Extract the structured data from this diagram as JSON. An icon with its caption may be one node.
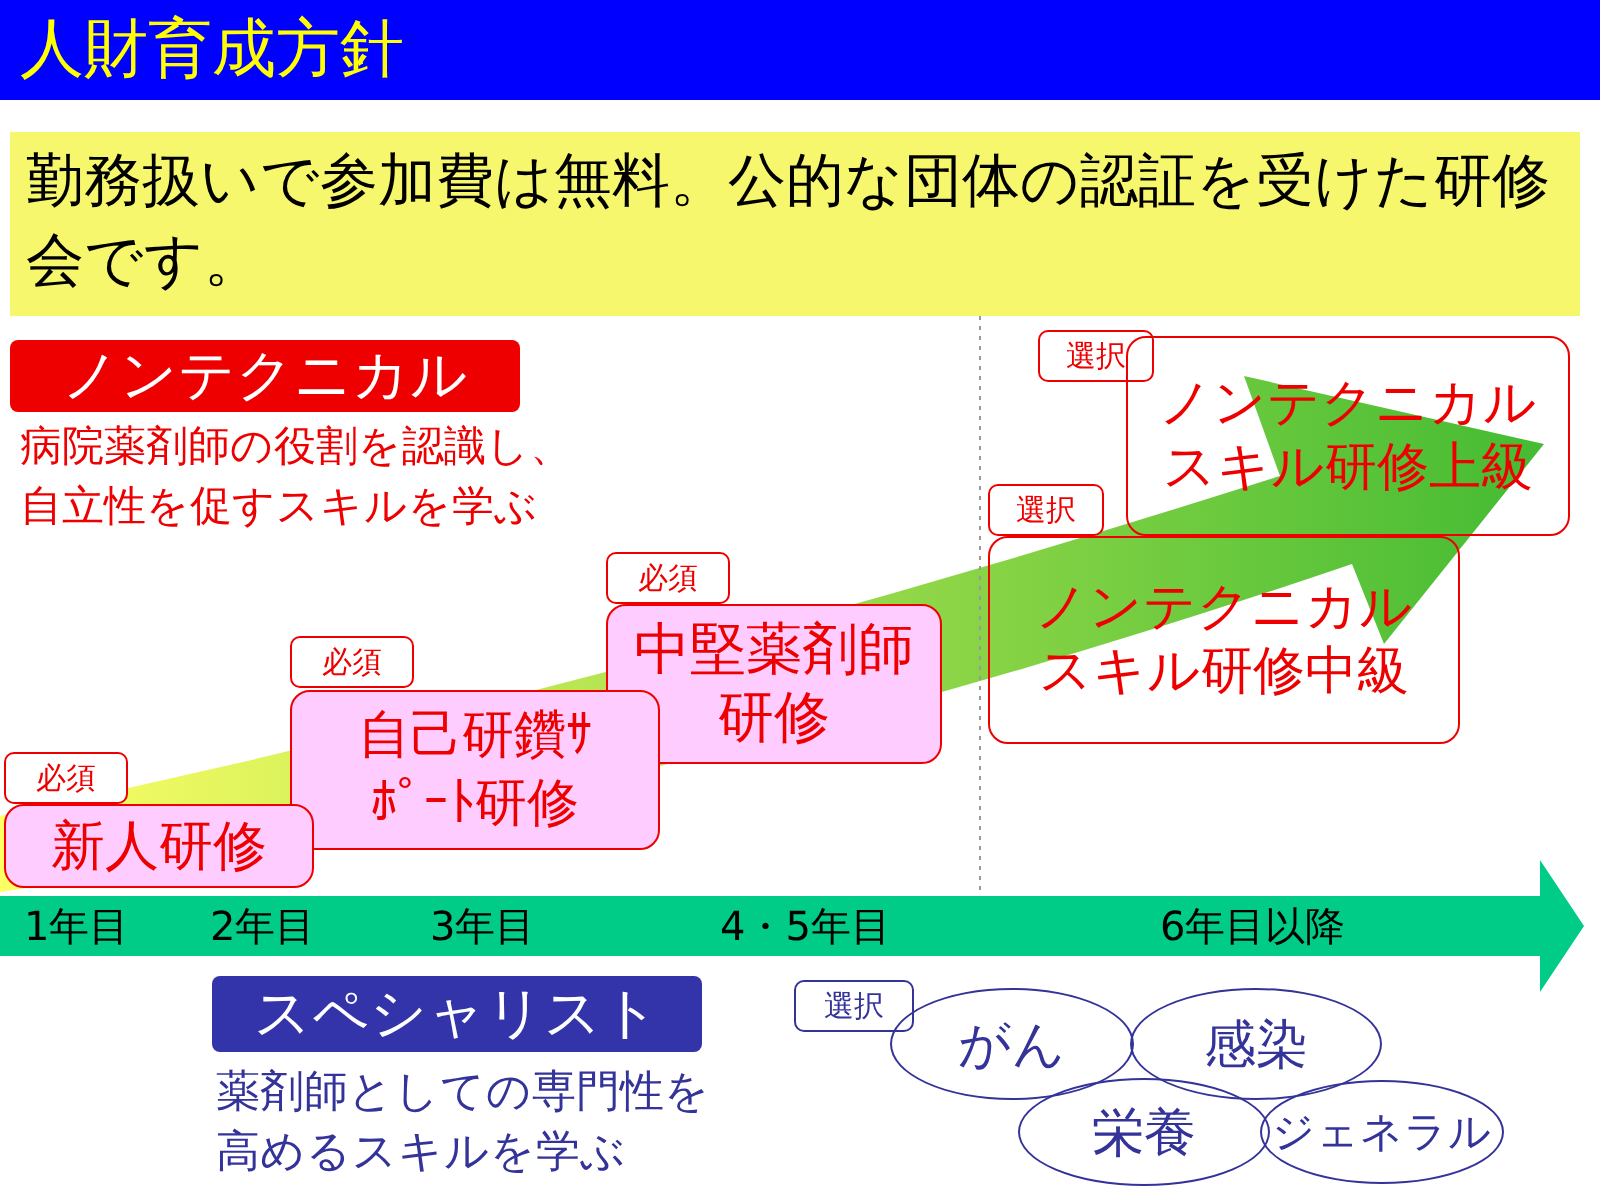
{
  "diagram": {
    "title": "人財育成方針",
    "nodes": [
      {
        "text": [
          "勤務扱いで参加費は無料。公的な団体の認証を受けた研修会です。"
        ]
      },
      {
        "text": [
          "ノンテクニカル"
        ]
      },
      {
        "text": [
          "選択"
        ]
      },
      {
        "text": [
          "ノンテクニカルスキル研修上級"
        ]
      },
      {
        "text": [
          "選択"
        ]
      },
      {
        "text": [
          "ノンテクニカルスキル研修中級"
        ]
      },
      {
        "text": [
          "必須"
        ]
      },
      {
        "text": [
          "中堅薬剤師研修"
        ]
      },
      {
        "text": [
          "必須"
        ]
      },
      {
        "text": [
          "自己研鑽ｻﾎﾟｰﾄ研修"
        ]
      },
      {
        "text": [
          "必須"
        ]
      },
      {
        "text": [
          "新人研修"
        ]
      },
      {
        "text": [
          "1年目",
          "2年目",
          "3年目",
          "4・5年目",
          "6年目以降"
        ]
      },
      {
        "text": [
          "スペシャリスト"
        ]
      },
      {
        "text": [
          "選択"
        ]
      },
      {
        "text": [
          "がん"
        ]
      },
      {
        "text": [
          "感染"
        ]
      },
      {
        "text": [
          "栄養"
        ]
      },
      {
        "text": [
          "ジェネラル"
        ]
      }
    ],
    "labels": [
      "病院薬剤師の役割を認識し、自立性を促すスキルを学ぶ",
      "薬剤師としての専門性を高めるスキルを学ぶ"
    ]
  }
}
